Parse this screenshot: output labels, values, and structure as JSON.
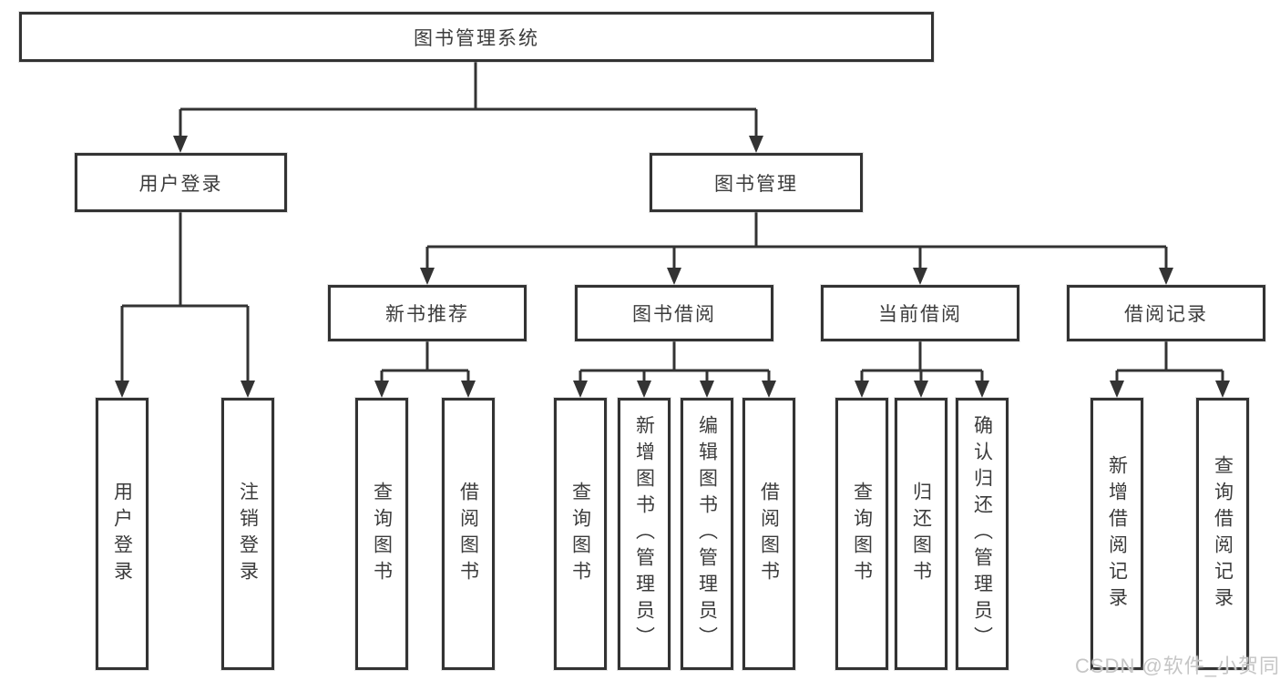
{
  "diagram": {
    "root": {
      "label": "图书管理系统"
    },
    "level2": [
      {
        "label": "用户登录",
        "children": [
          {
            "label": "用户登录"
          },
          {
            "label": "注销登录"
          }
        ]
      },
      {
        "label": "图书管理",
        "children": [
          {
            "label": "新书推荐",
            "children": [
              {
                "label": "查询图书"
              },
              {
                "label": "借阅图书"
              }
            ]
          },
          {
            "label": "图书借阅",
            "children": [
              {
                "label": "查询图书"
              },
              {
                "label": "新增图书（管理员）"
              },
              {
                "label": "编辑图书（管理员）"
              },
              {
                "label": "借阅图书"
              }
            ]
          },
          {
            "label": "当前借阅",
            "children": [
              {
                "label": "查询图书"
              },
              {
                "label": "归还图书"
              },
              {
                "label": "确认归还（管理员）"
              }
            ]
          },
          {
            "label": "借阅记录",
            "children": [
              {
                "label": "新增借阅记录"
              },
              {
                "label": "查询借阅记录"
              }
            ]
          }
        ]
      }
    ]
  },
  "watermark": {
    "text": "CSDN @软件_小贺同学"
  },
  "colors": {
    "line": "#333333",
    "border": "#333333",
    "text": "#3c3c3c",
    "background": "#ffffff",
    "watermark": "#c6c6c6"
  }
}
